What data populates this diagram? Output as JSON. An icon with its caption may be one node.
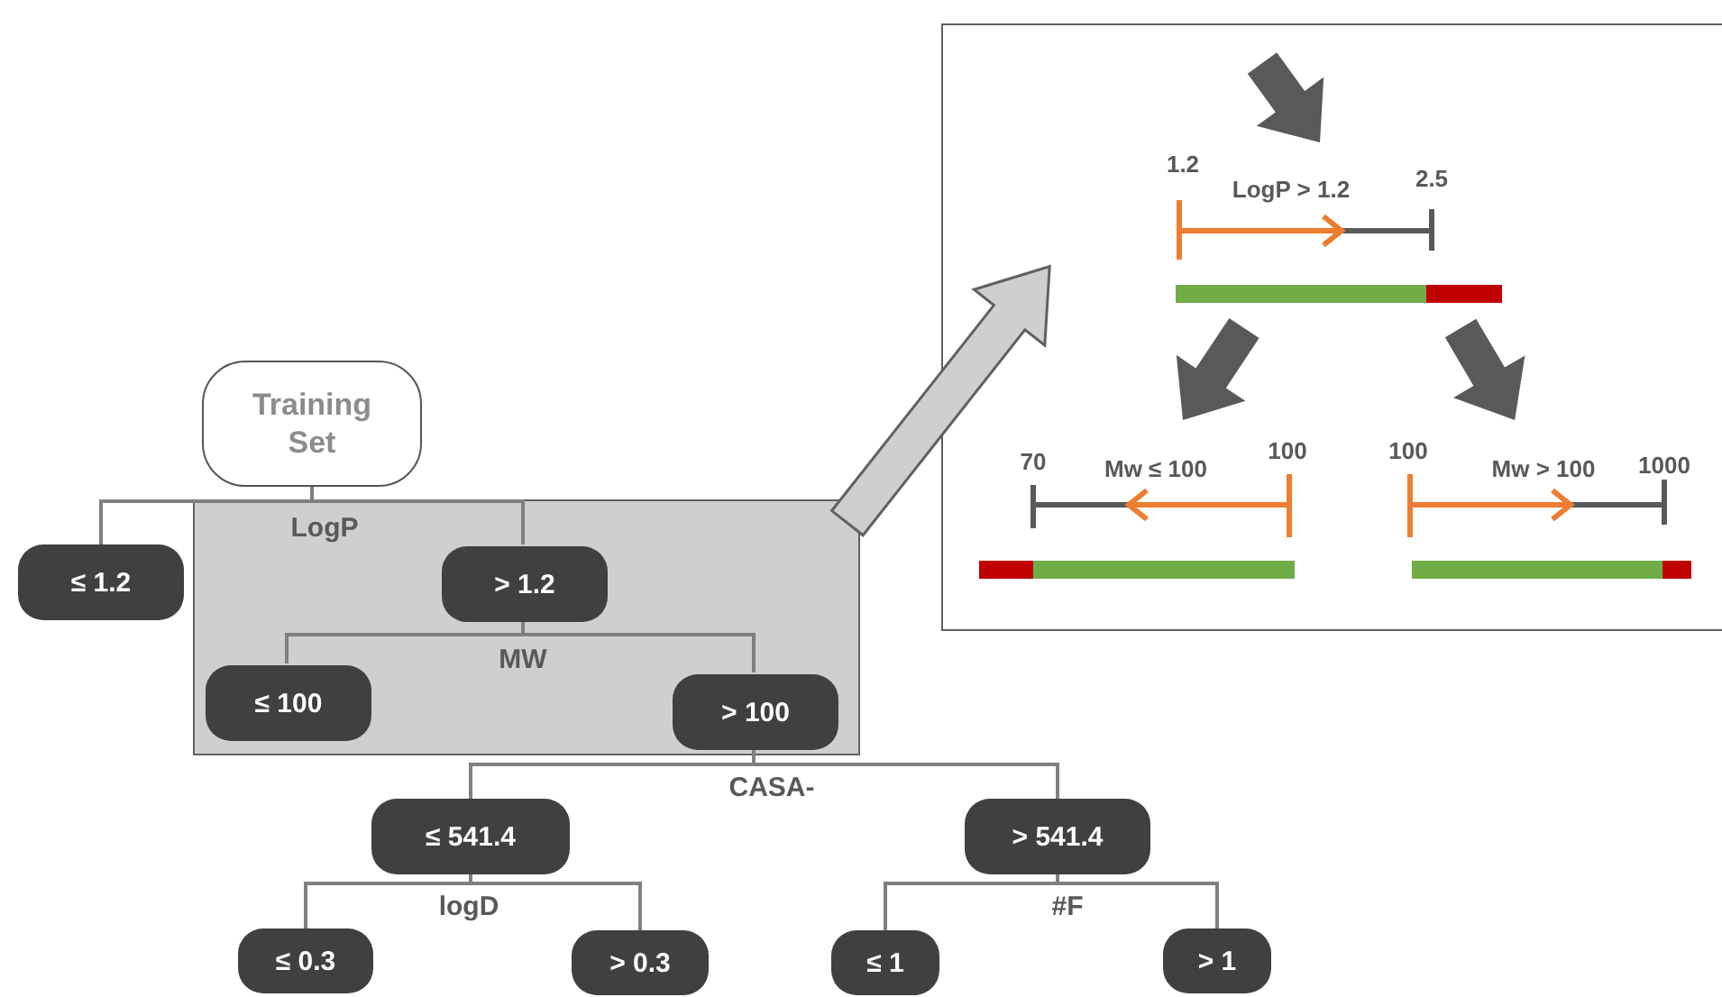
{
  "diagram": {
    "nodes": [
      {
        "text": [
          "Training Set"
        ]
      },
      {
        "text": [],
        "shape": "box"
      },
      {
        "text": [
          "≤ 1.2"
        ]
      },
      {
        "text": [
          "> 1.2"
        ],
        "in": 1
      },
      {
        "text": [
          "≤ 100"
        ],
        "in": 1
      },
      {
        "text": [
          "> 100"
        ],
        "in": 1
      },
      {
        "text": [
          "≤ 541.4"
        ]
      },
      {
        "text": [
          "> 541.4"
        ]
      },
      {
        "text": [
          "≤ 0.3"
        ]
      },
      {
        "text": [
          "> 0.3"
        ]
      },
      {
        "text": [
          "≤ 1"
        ]
      },
      {
        "text": [
          "> 1"
        ]
      },
      {
        "text": [],
        "shape": "box"
      },
      {
        "text": [
          "1.2",
          "LogP > 1.2",
          "2.5"
        ],
        "in": 12
      },
      {
        "text": [
          "70",
          "Mw ≤ 100",
          "100"
        ],
        "in": 12
      },
      {
        "text": [
          "100",
          "Mw > 100",
          "1000"
        ],
        "in": 12
      }
    ],
    "edges": [
      {
        "from": 0,
        "to": 2,
        "arrow": "none"
      },
      {
        "from": 0,
        "to": 3,
        "arrow": "none"
      },
      {
        "from": 3,
        "to": 4,
        "arrow": "none"
      },
      {
        "from": 3,
        "to": 5,
        "arrow": "none"
      },
      {
        "from": 5,
        "to": 6,
        "arrow": "none"
      },
      {
        "from": 5,
        "to": 7,
        "arrow": "none"
      },
      {
        "from": 6,
        "to": 8,
        "arrow": "none"
      },
      {
        "from": 6,
        "to": 9,
        "arrow": "none"
      },
      {
        "from": 7,
        "to": 10,
        "arrow": "none"
      },
      {
        "from": 7,
        "to": 11,
        "arrow": "none"
      },
      {
        "from": 1,
        "to": 12,
        "arrow": "to",
        "style": "thick",
        "color": "#d0cfd0"
      },
      {
        "from": null,
        "to": 13,
        "arrow": "to",
        "style": "thick",
        "color": "#595959"
      },
      {
        "from": 13,
        "to": 14,
        "arrow": "to",
        "style": "thick",
        "color": "#595959"
      },
      {
        "from": 13,
        "to": 15,
        "arrow": "to",
        "style": "thick",
        "color": "#595959"
      }
    ],
    "labels": [
      "LogP",
      "MW",
      "CASA-",
      "logD",
      "#F"
    ]
  }
}
